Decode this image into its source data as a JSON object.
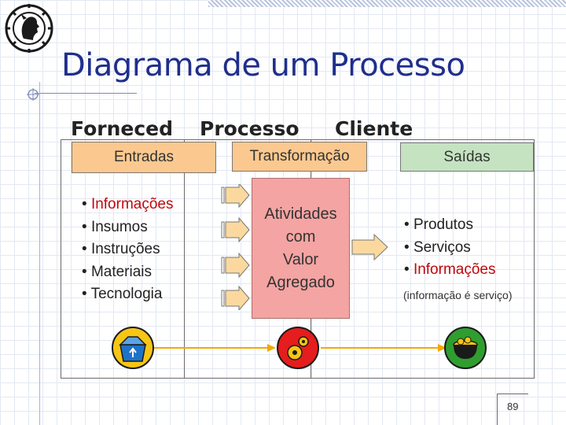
{
  "title": "Diagrama de um Processo",
  "columns": {
    "supplier": "Forneced",
    "process": "Processo",
    "client": "Cliente"
  },
  "boxes": {
    "inputs": "Entradas",
    "transformation": "Transformação",
    "outputs": "Saídas"
  },
  "inputs": [
    "Informações",
    "Insumos",
    "Instruções",
    "Materiais",
    "Tecnologia"
  ],
  "center": {
    "line1": "Atividades",
    "line2": "com",
    "line3": "Valor",
    "line4": "Agregado"
  },
  "outputs": [
    "Produtos",
    "Serviços",
    "Informações"
  ],
  "note": "(informação é serviço)",
  "page_number": "89",
  "colors": {
    "title": "#1f2f8c",
    "highlight_text": "#c0080c",
    "orange_box": "#fbc98f",
    "green_box": "#c5e3c1",
    "center_box": "#f4a4a2",
    "arrow_fill": "#fbd99e",
    "flow_line": "#f2a900"
  },
  "icons": {
    "logo": "mercury-head-logo-icon",
    "input": "recycle-box-icon",
    "process": "gears-icon",
    "output": "cauldron-icon"
  }
}
